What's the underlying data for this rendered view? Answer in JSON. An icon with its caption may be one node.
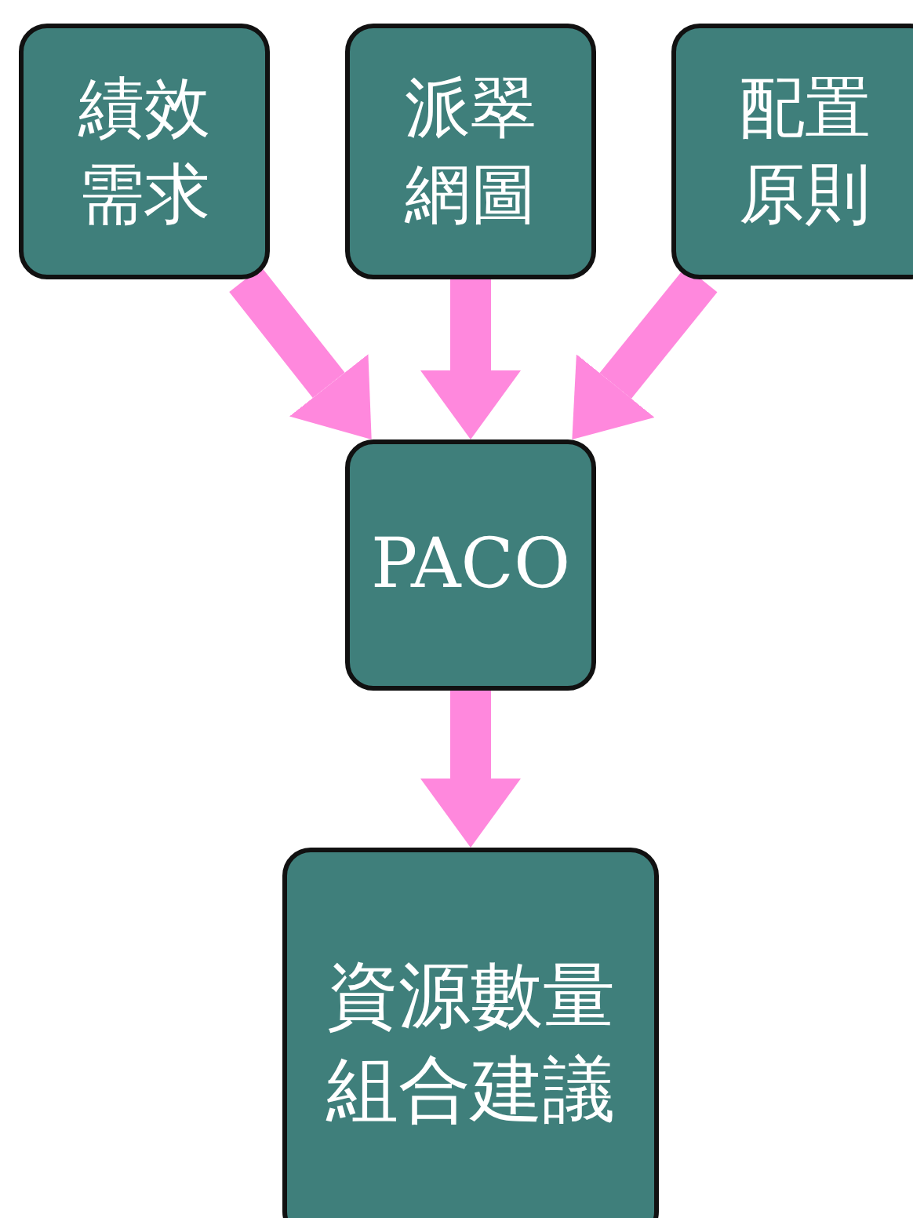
{
  "diagram": {
    "nodes": [
      {
        "text": [
          "績效需求"
        ]
      },
      {
        "text": [
          "派翠網圖"
        ]
      },
      {
        "text": [
          "配置原則"
        ]
      },
      {
        "text": [
          "PACO"
        ]
      },
      {
        "text": [
          "資源數量組合建議"
        ]
      }
    ],
    "edges": [
      {
        "from": 0,
        "to": 3,
        "arrow": "to"
      },
      {
        "from": 1,
        "to": 3,
        "arrow": "to"
      },
      {
        "from": 2,
        "to": 3,
        "arrow": "to"
      },
      {
        "from": 3,
        "to": 4,
        "arrow": "to"
      }
    ]
  }
}
